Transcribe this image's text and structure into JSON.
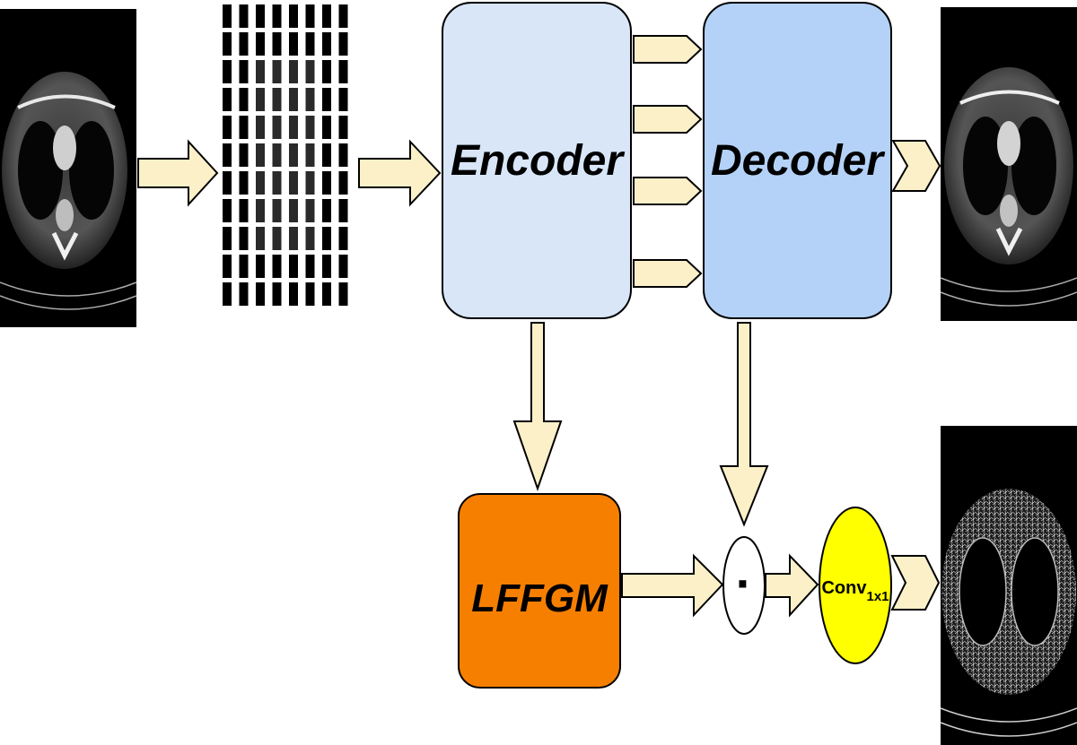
{
  "diagram": {
    "encoder_label": "Encoder",
    "decoder_label": "Decoder",
    "lffgm_label": "LFFGM",
    "product_symbol": "·",
    "conv_label": "Conv",
    "conv_subscript": "1x1",
    "images": {
      "input": "ct-scan-input",
      "patches": "ct-scan-patches",
      "output": "ct-scan-output",
      "edge_output": "ct-scan-edge-map"
    },
    "colors": {
      "arrow_fill": "#fbf0c8",
      "encoder_fill": "#d8e6f8",
      "decoder_fill": "#b4d2f8",
      "lffgm_fill": "#f77f00",
      "conv_fill": "#ffff00"
    }
  }
}
